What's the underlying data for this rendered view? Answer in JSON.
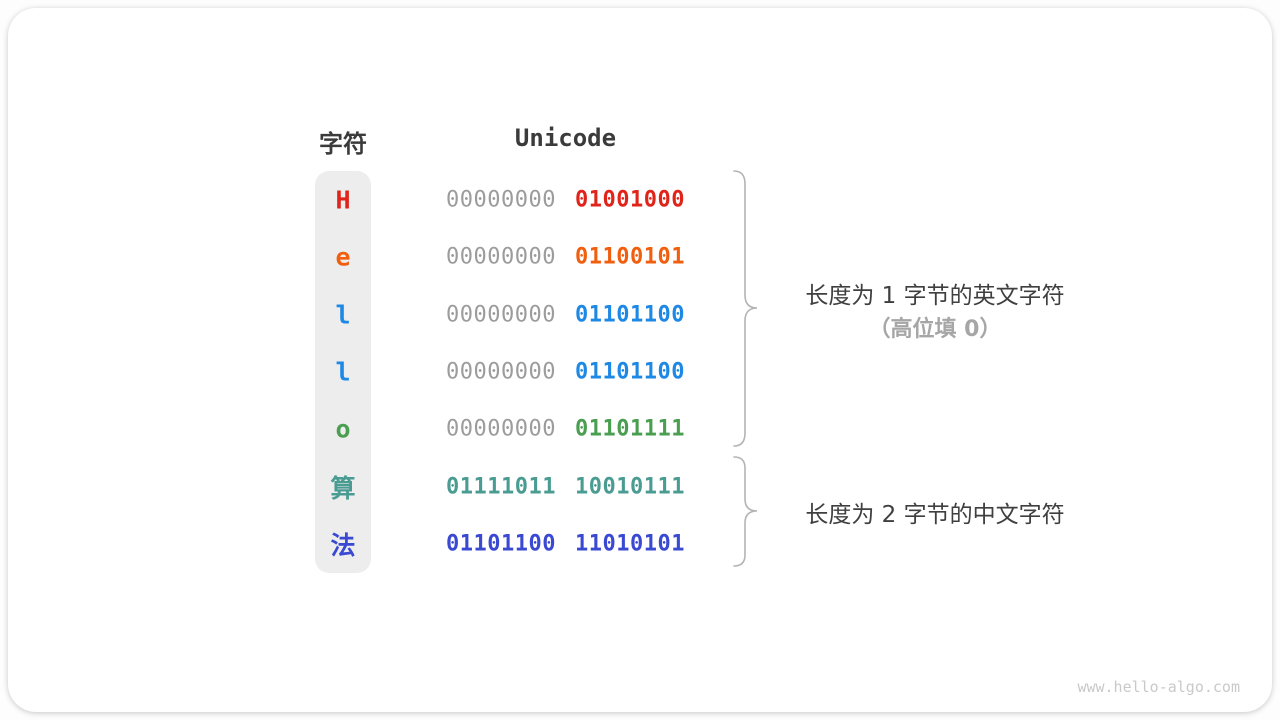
{
  "page": {
    "watermark": "www.hello-algo.com"
  },
  "table": {
    "char_header": "字符",
    "unicode_header": "Unicode",
    "gray_byte_color": "#9c9c9c",
    "rows": [
      {
        "char": "H",
        "byte1": "00000000",
        "byte2": "01001000",
        "color": "#e02419",
        "two_byte": false
      },
      {
        "char": "e",
        "byte1": "00000000",
        "byte2": "01100101",
        "color": "#f05e0e",
        "two_byte": false
      },
      {
        "char": "l",
        "byte1": "00000000",
        "byte2": "01101100",
        "color": "#1e88e5",
        "two_byte": false
      },
      {
        "char": "l",
        "byte1": "00000000",
        "byte2": "01101100",
        "color": "#1e88e5",
        "two_byte": false
      },
      {
        "char": "o",
        "byte1": "00000000",
        "byte2": "01101111",
        "color": "#4a9e50",
        "two_byte": false
      },
      {
        "char": "算",
        "byte1": "01111011",
        "byte2": "10010111",
        "color": "#4a9c92",
        "two_byte": true
      },
      {
        "char": "法",
        "byte1": "01101100",
        "byte2": "11010101",
        "color": "#3a49d2",
        "two_byte": true
      }
    ]
  },
  "annotations": {
    "english": {
      "line1": "长度为 1 字节的英文字符",
      "line2": "（高位填 0）"
    },
    "chinese": {
      "line1": "长度为 2 字节的中文字符"
    }
  },
  "colors": {
    "brace": "#b4b4b4",
    "header_text": "#3b3b3b",
    "char_column_bg": "#ededed",
    "annotation_text": "#3f3f3f",
    "annotation_sub_text": "#a6a6a6",
    "watermark_text": "#c9c9c9"
  }
}
